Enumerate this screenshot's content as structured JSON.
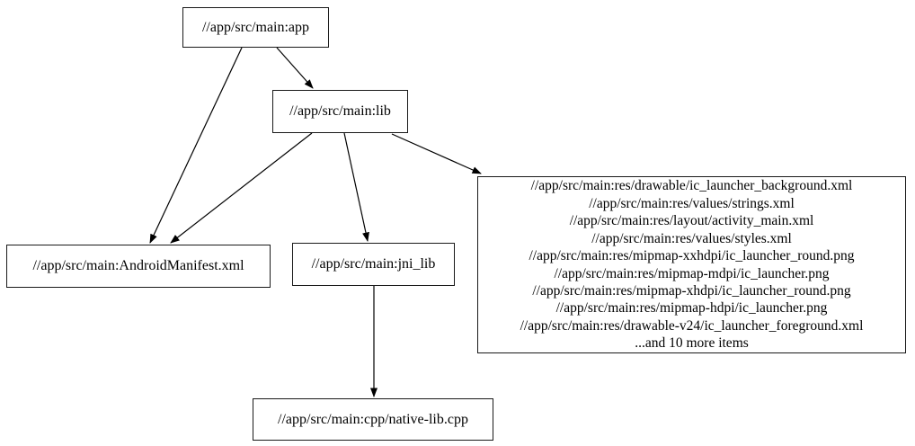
{
  "diagram": {
    "type": "dependency-graph",
    "background": "#ffffff",
    "node_border_color": "#1a1a1a",
    "edge_color": "#000000",
    "nodes": {
      "app": {
        "label": "//app/src/main:app"
      },
      "lib": {
        "label": "//app/src/main:lib"
      },
      "manifest": {
        "label": "//app/src/main:AndroidManifest.xml"
      },
      "jni_lib": {
        "label": "//app/src/main:jni_lib"
      },
      "native_lib": {
        "label": "//app/src/main:cpp/native-lib.cpp"
      },
      "resources": {
        "lines": [
          "//app/src/main:res/drawable/ic_launcher_background.xml",
          "//app/src/main:res/values/strings.xml",
          "//app/src/main:res/layout/activity_main.xml",
          "//app/src/main:res/values/styles.xml",
          "//app/src/main:res/mipmap-xxhdpi/ic_launcher_round.png",
          "//app/src/main:res/mipmap-mdpi/ic_launcher.png",
          "//app/src/main:res/mipmap-xhdpi/ic_launcher_round.png",
          "//app/src/main:res/mipmap-hdpi/ic_launcher.png",
          "//app/src/main:res/drawable-v24/ic_launcher_foreground.xml",
          "...and 10 more items"
        ]
      }
    },
    "edges": [
      {
        "from": "//app/src/main:app",
        "to": "//app/src/main:lib"
      },
      {
        "from": "//app/src/main:app",
        "to": "//app/src/main:AndroidManifest.xml"
      },
      {
        "from": "//app/src/main:lib",
        "to": "//app/src/main:AndroidManifest.xml"
      },
      {
        "from": "//app/src/main:lib",
        "to": "//app/src/main:jni_lib"
      },
      {
        "from": "//app/src/main:lib",
        "to": "//app/src/main:res file group"
      },
      {
        "from": "//app/src/main:jni_lib",
        "to": "//app/src/main:cpp/native-lib.cpp"
      }
    ]
  }
}
